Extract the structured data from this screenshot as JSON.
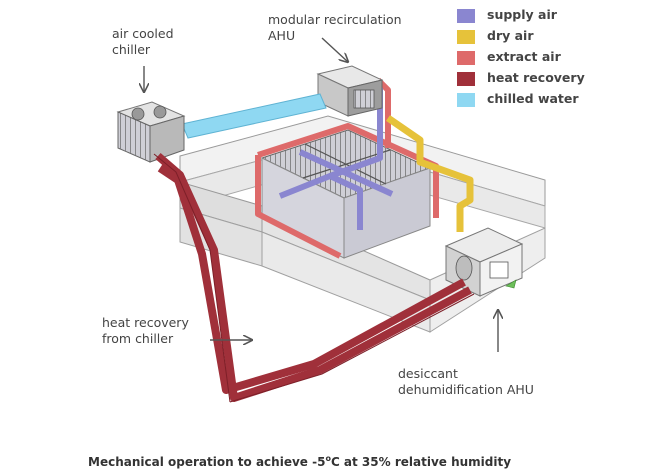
{
  "labels": {
    "air_cooled_chiller": "air cooled\nchiller",
    "modular_ahu": "modular recirculation\nAHU",
    "heat_recovery_from_chiller": "heat recovery\nfrom chiller",
    "desiccant_ahu": "desiccant\ndehumidification AHU"
  },
  "legend": [
    {
      "label": "supply air",
      "color": "#8a86d0"
    },
    {
      "label": "dry air",
      "color": "#e6c23a"
    },
    {
      "label": "extract air",
      "color": "#de6a6a"
    },
    {
      "label": "heat recovery",
      "color": "#a0303a"
    },
    {
      "label": "chilled water",
      "color": "#8fd8f2"
    }
  ],
  "caption": {
    "prefix": "Mechanical operation to achieve -5",
    "superscript": "o",
    "suffix": "C at 35% relative humidity"
  },
  "colors": {
    "supply_air": "#8a86d0",
    "dry_air": "#e6c23a",
    "extract_air": "#de6a6a",
    "heat_recovery": "#a0303a",
    "chilled_water": "#8fd8f2"
  }
}
